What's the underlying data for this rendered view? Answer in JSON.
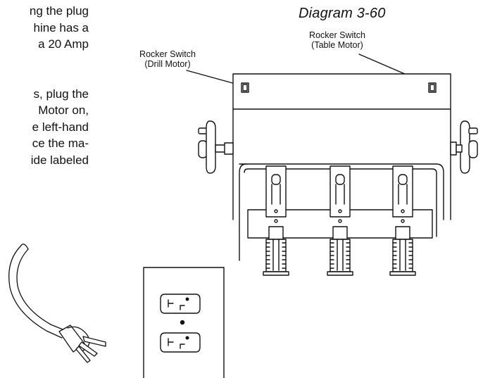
{
  "body_text": {
    "lines": [
      "ng the plug",
      "hine has a",
      "a 20 Amp",
      "",
      "",
      "s, plug the",
      "Motor on,",
      "e left-hand",
      "ce the ma-",
      "ide labeled"
    ]
  },
  "diagram": {
    "title": "Diagram 3-60",
    "callouts": {
      "drill_motor": {
        "line1": "Rocker Switch",
        "line2": "(Drill Motor)"
      },
      "table_motor": {
        "line1": "Rocker Switch",
        "line2": "(Table Motor)"
      }
    }
  }
}
